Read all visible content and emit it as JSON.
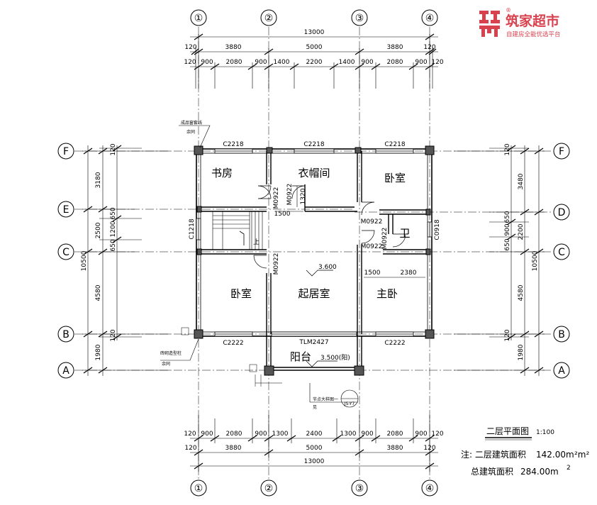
{
  "brand": {
    "name": "筑家超市",
    "tagline": "自建房全能优选平台",
    "color": "#d8424f"
  },
  "axes": {
    "columns": [
      "①",
      "②",
      "③",
      "④"
    ],
    "rows_left": [
      "F",
      "E",
      "C",
      "B",
      "A"
    ],
    "rows_right": [
      "F",
      "D",
      "C",
      "B",
      "A"
    ]
  },
  "dims_top": {
    "total": "13000",
    "edge_left": "120",
    "edge_right": "120",
    "bays": [
      "3880",
      "5000",
      "3880"
    ],
    "openings_edge_left": "120",
    "openings_edge_right": "120",
    "openings": [
      "900",
      "2080",
      "900",
      "1400",
      "2200",
      "1400",
      "900",
      "2080",
      "900"
    ]
  },
  "dims_bottom": {
    "total": "13000",
    "edge_left": "120",
    "edge_right": "120",
    "bays": [
      "3880",
      "5000",
      "3880"
    ],
    "openings_edge_left": "120",
    "openings_edge_right": "120",
    "openings": [
      "900",
      "2080",
      "900",
      "1300",
      "2400",
      "1300",
      "900",
      "2080",
      "900"
    ]
  },
  "dims_left": {
    "total": "10500",
    "bays": [
      "3180",
      "2500",
      "4580",
      "1980"
    ],
    "details": [
      "120",
      "650",
      "1200",
      "650",
      "120"
    ]
  },
  "dims_right": {
    "total": "10500",
    "bays": [
      "3480",
      "2200",
      "4580",
      "1980"
    ],
    "details": [
      "120",
      "650",
      "900",
      "650",
      "120"
    ]
  },
  "rooms": {
    "study": "书房",
    "cloak": "衣帽间",
    "bedroom_ne": "卧室",
    "bath": "卫",
    "bedroom_w": "卧室",
    "living": "起居室",
    "master": "主卧",
    "balcony": "阳台"
  },
  "windows": {
    "n1": "C2218",
    "n2": "C2218",
    "n3": "C2218",
    "s1": "C2222",
    "s2": "C2222",
    "west": "C1218",
    "east": "C0918",
    "balcony_door": "TLM2427"
  },
  "doors": {
    "d1": "M0922",
    "d2": "M0922",
    "d3": "M0922",
    "d4": "M0922",
    "d5": "M0922",
    "d6": "M0922"
  },
  "interior_dims": {
    "d1320": "1320",
    "d1500a": "1500",
    "d1500b": "1500",
    "d2380": "2380"
  },
  "levels": {
    "floor": "3.600",
    "balcony": "3.500(阳)"
  },
  "stair_label": "上",
  "annotations": {
    "top_left_1": "成品窗套线",
    "top_left_2": "余同",
    "side_left_1": "砖砌造型柱",
    "side_left_2": "余同",
    "detail": "节点大样图一",
    "detail_ref": "见",
    "detail_code": "JS-Y7"
  },
  "title": {
    "name": "二层平面图",
    "scale": "1:100"
  },
  "notes": {
    "line1_prefix": "注: 二层建筑面积",
    "line1_value": "142.00m",
    "line1_extra": "²m²",
    "line2_prefix": "总建筑面积",
    "line2_value": "284.00m",
    "line2_sup": "2"
  }
}
